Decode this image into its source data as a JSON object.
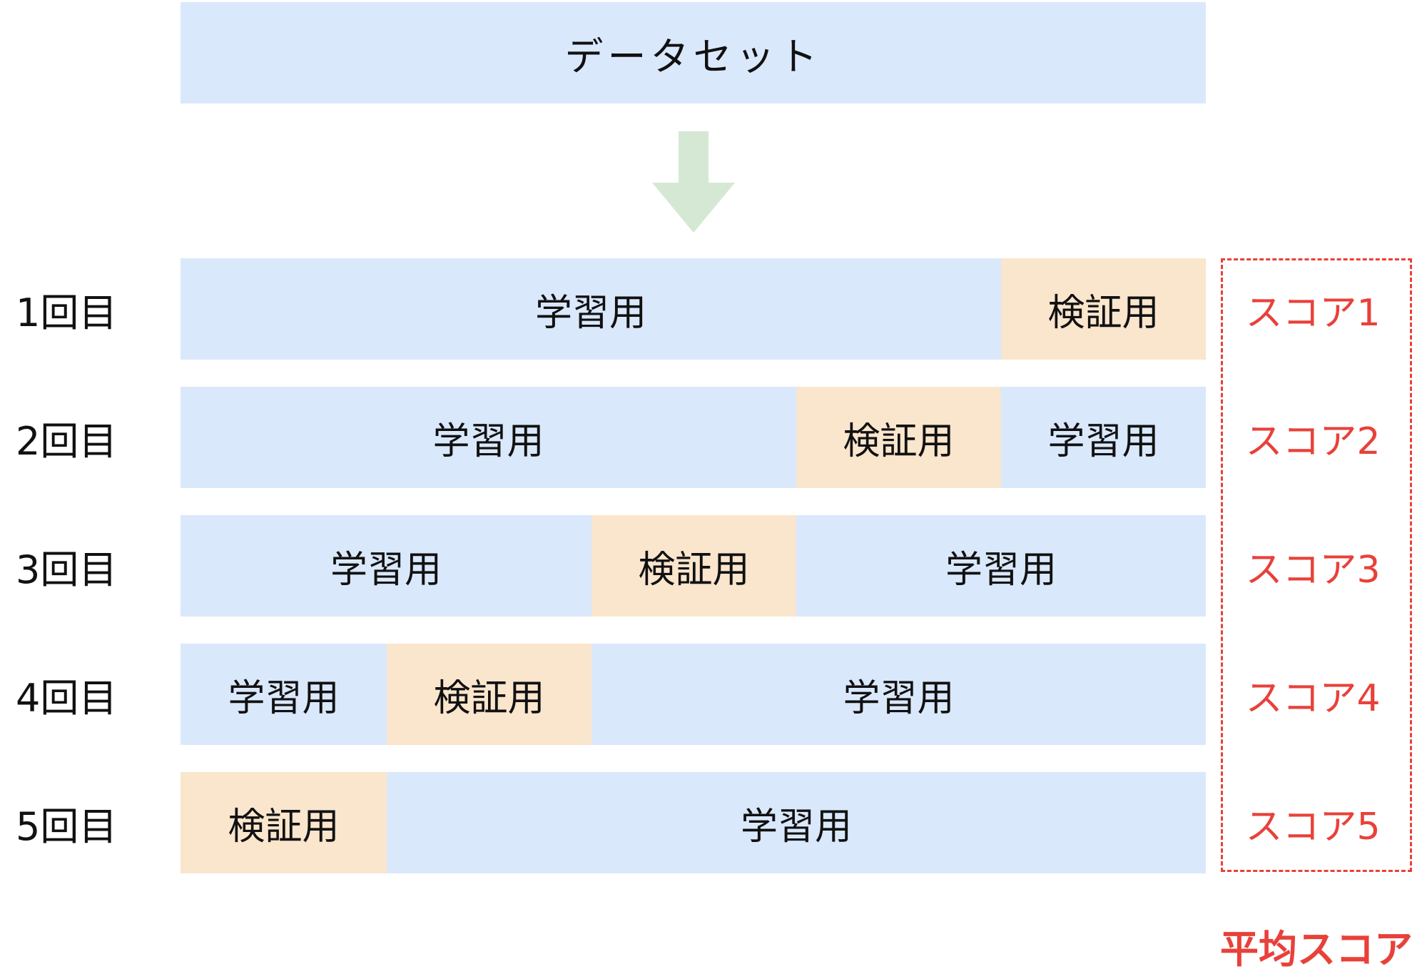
{
  "dataset_label": "データセット",
  "rows": [
    {
      "label": "1回目",
      "segments": [
        {
          "type": "train",
          "text": "学習用"
        },
        {
          "type": "val",
          "text": "検証用"
        }
      ],
      "score": "スコア1"
    },
    {
      "label": "2回目",
      "segments": [
        {
          "type": "train",
          "text": "学習用"
        },
        {
          "type": "val",
          "text": "検証用"
        },
        {
          "type": "train",
          "text": "学習用"
        }
      ],
      "score": "スコア2"
    },
    {
      "label": "3回目",
      "segments": [
        {
          "type": "train",
          "text": "学習用"
        },
        {
          "type": "val",
          "text": "検証用"
        },
        {
          "type": "train",
          "text": "学習用"
        }
      ],
      "score": "スコア3"
    },
    {
      "label": "4回目",
      "segments": [
        {
          "type": "train",
          "text": "学習用"
        },
        {
          "type": "val",
          "text": "検証用"
        },
        {
          "type": "train",
          "text": "学習用"
        }
      ],
      "score": "スコア4"
    },
    {
      "label": "5回目",
      "segments": [
        {
          "type": "val",
          "text": "検証用"
        },
        {
          "type": "train",
          "text": "学習用"
        }
      ],
      "score": "スコア5"
    }
  ],
  "average_label": "平均スコア",
  "colors": {
    "train": "#dae8fc",
    "validation": "#fae5cd",
    "arrow": "#d5e8d4",
    "score": "#e8413a"
  }
}
